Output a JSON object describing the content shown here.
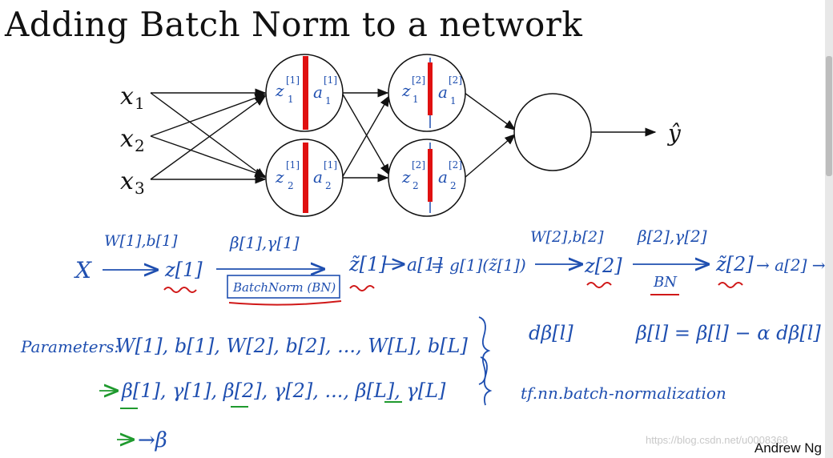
{
  "slide": {
    "title": "Adding Batch Norm to a network",
    "author": "Andrew Ng",
    "watermark": "https://blog.csdn.net/u0008368"
  },
  "network": {
    "inputs": [
      "x",
      "x",
      "x"
    ],
    "input_subscripts": [
      "1",
      "2",
      "3"
    ],
    "output_label": "ŷ",
    "layer1_nodes": [
      {
        "z": "z",
        "z_sup": "[1]",
        "z_sub": "1",
        "a": "a",
        "a_sup": "[1]",
        "a_sub": "1"
      },
      {
        "z": "z",
        "z_sup": "[1]",
        "z_sub": "2",
        "a": "a",
        "a_sup": "[1]",
        "a_sub": "2"
      }
    ],
    "layer2_nodes": [
      {
        "z": "z",
        "z_sup": "[2]",
        "z_sub": "1",
        "a": "a",
        "a_sup": "[2]",
        "a_sub": "1"
      },
      {
        "z": "z",
        "z_sup": "[2]",
        "z_sub": "2",
        "a": "a",
        "a_sup": "[2]",
        "a_sub": "2"
      }
    ]
  },
  "equation": {
    "x": "X",
    "w1b1": "W[1],b[1]",
    "z1": "z[1]",
    "beta_gamma1": "β[1],γ[1]",
    "batchnorm_box": "BatchNorm (BN)",
    "ztilde1": "z̃[1]",
    "a1": "a[1]",
    "g1": "= g[1](z̃[1])",
    "w2b2": "W[2],b[2]",
    "z2": "z[2]",
    "beta_gamma2": "β[2],γ[2]",
    "bn": "BN",
    "ztilde2": "z̃[2]",
    "a2": "→ a[2] →..."
  },
  "parameters": {
    "label": "Parameters:",
    "row1": "W[1], b[1], W[2], b[2], ..., W[L], b[L]",
    "row2": "β[1], γ[1], β[2], γ[2], ..., β[L], γ[L]",
    "arrow_beta": "→β",
    "dbeta": "dβ[l]",
    "update": "β[l] = β[l] − α dβ[l]",
    "tf": "tf.nn.batch-normalization"
  },
  "colors": {
    "ink_black": "#111111",
    "ink_blue": "#1f4fb0",
    "ink_red": "#d01818",
    "ink_green": "#1f9a2e",
    "bar_red": "#e01010"
  }
}
